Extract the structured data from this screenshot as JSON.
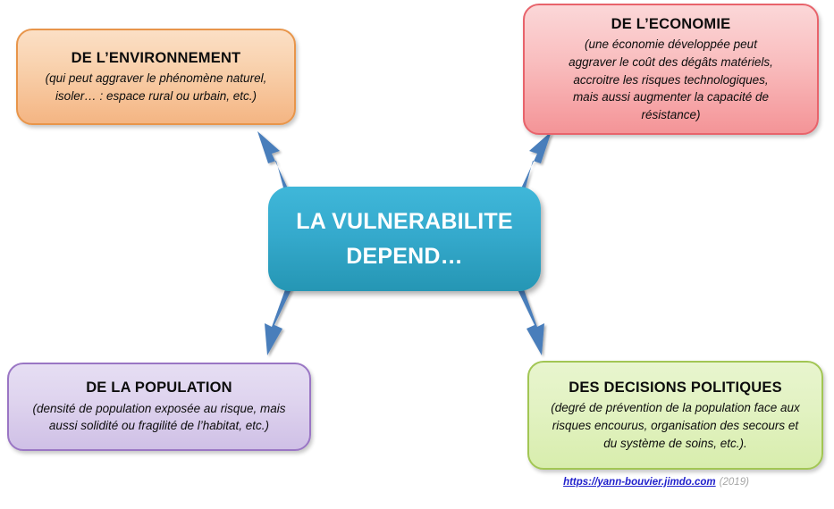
{
  "diagram": {
    "center": {
      "title_line1": "LA VULNERABILITE",
      "title_line2": "DEPEND…",
      "color": "#2596B4"
    },
    "branches": [
      {
        "id": "environnement",
        "title": "DE L’ENVIRONNEMENT",
        "body_line1": "(qui peut aggraver  le phénomène naturel,",
        "body_line2": "isoler… : espace rural ou urbain, etc.)",
        "border_color": "#E8954A",
        "fill_color": "#F4B583",
        "position": "top-left"
      },
      {
        "id": "economie",
        "title": "DE L’ECONOMIE",
        "body_line1": "(une économie développée peut",
        "body_line2": "aggraver le coût des dégâts matériels,",
        "body_line3": "accroitre les risques technologiques,",
        "body_line4": "mais aussi augmenter la capacité de",
        "body_line5": "résistance)",
        "border_color": "#E8636B",
        "fill_color": "#F49497",
        "position": "top-right"
      },
      {
        "id": "population",
        "title": "DE LA POPULATION",
        "body_line1": "(densité de population exposée au risque, mais",
        "body_line2": "aussi solidité ou fragilité de l’habitat, etc.)",
        "border_color": "#9A76C4",
        "fill_color": "#CFC0E6",
        "position": "bottom-left"
      },
      {
        "id": "decisions",
        "title": "DES DECISIONS POLITIQUES",
        "body_line1": "(degré de prévention de la population face aux",
        "body_line2": "risques encourus, organisation  des secours et",
        "body_line3": "du système de soins, etc.).",
        "border_color": "#A2C654",
        "fill_color": "#D8EDAD",
        "position": "bottom-right"
      }
    ],
    "arrows": {
      "color": "#4A7EBB",
      "count": 4,
      "labels": [
        "arrow-center-to-environnement",
        "arrow-center-to-economie",
        "arrow-center-to-population",
        "arrow-center-to-decisions"
      ]
    }
  },
  "footer": {
    "link_text": "https://yann-bouvier.jimdo.com",
    "year_text": "(2019)"
  }
}
